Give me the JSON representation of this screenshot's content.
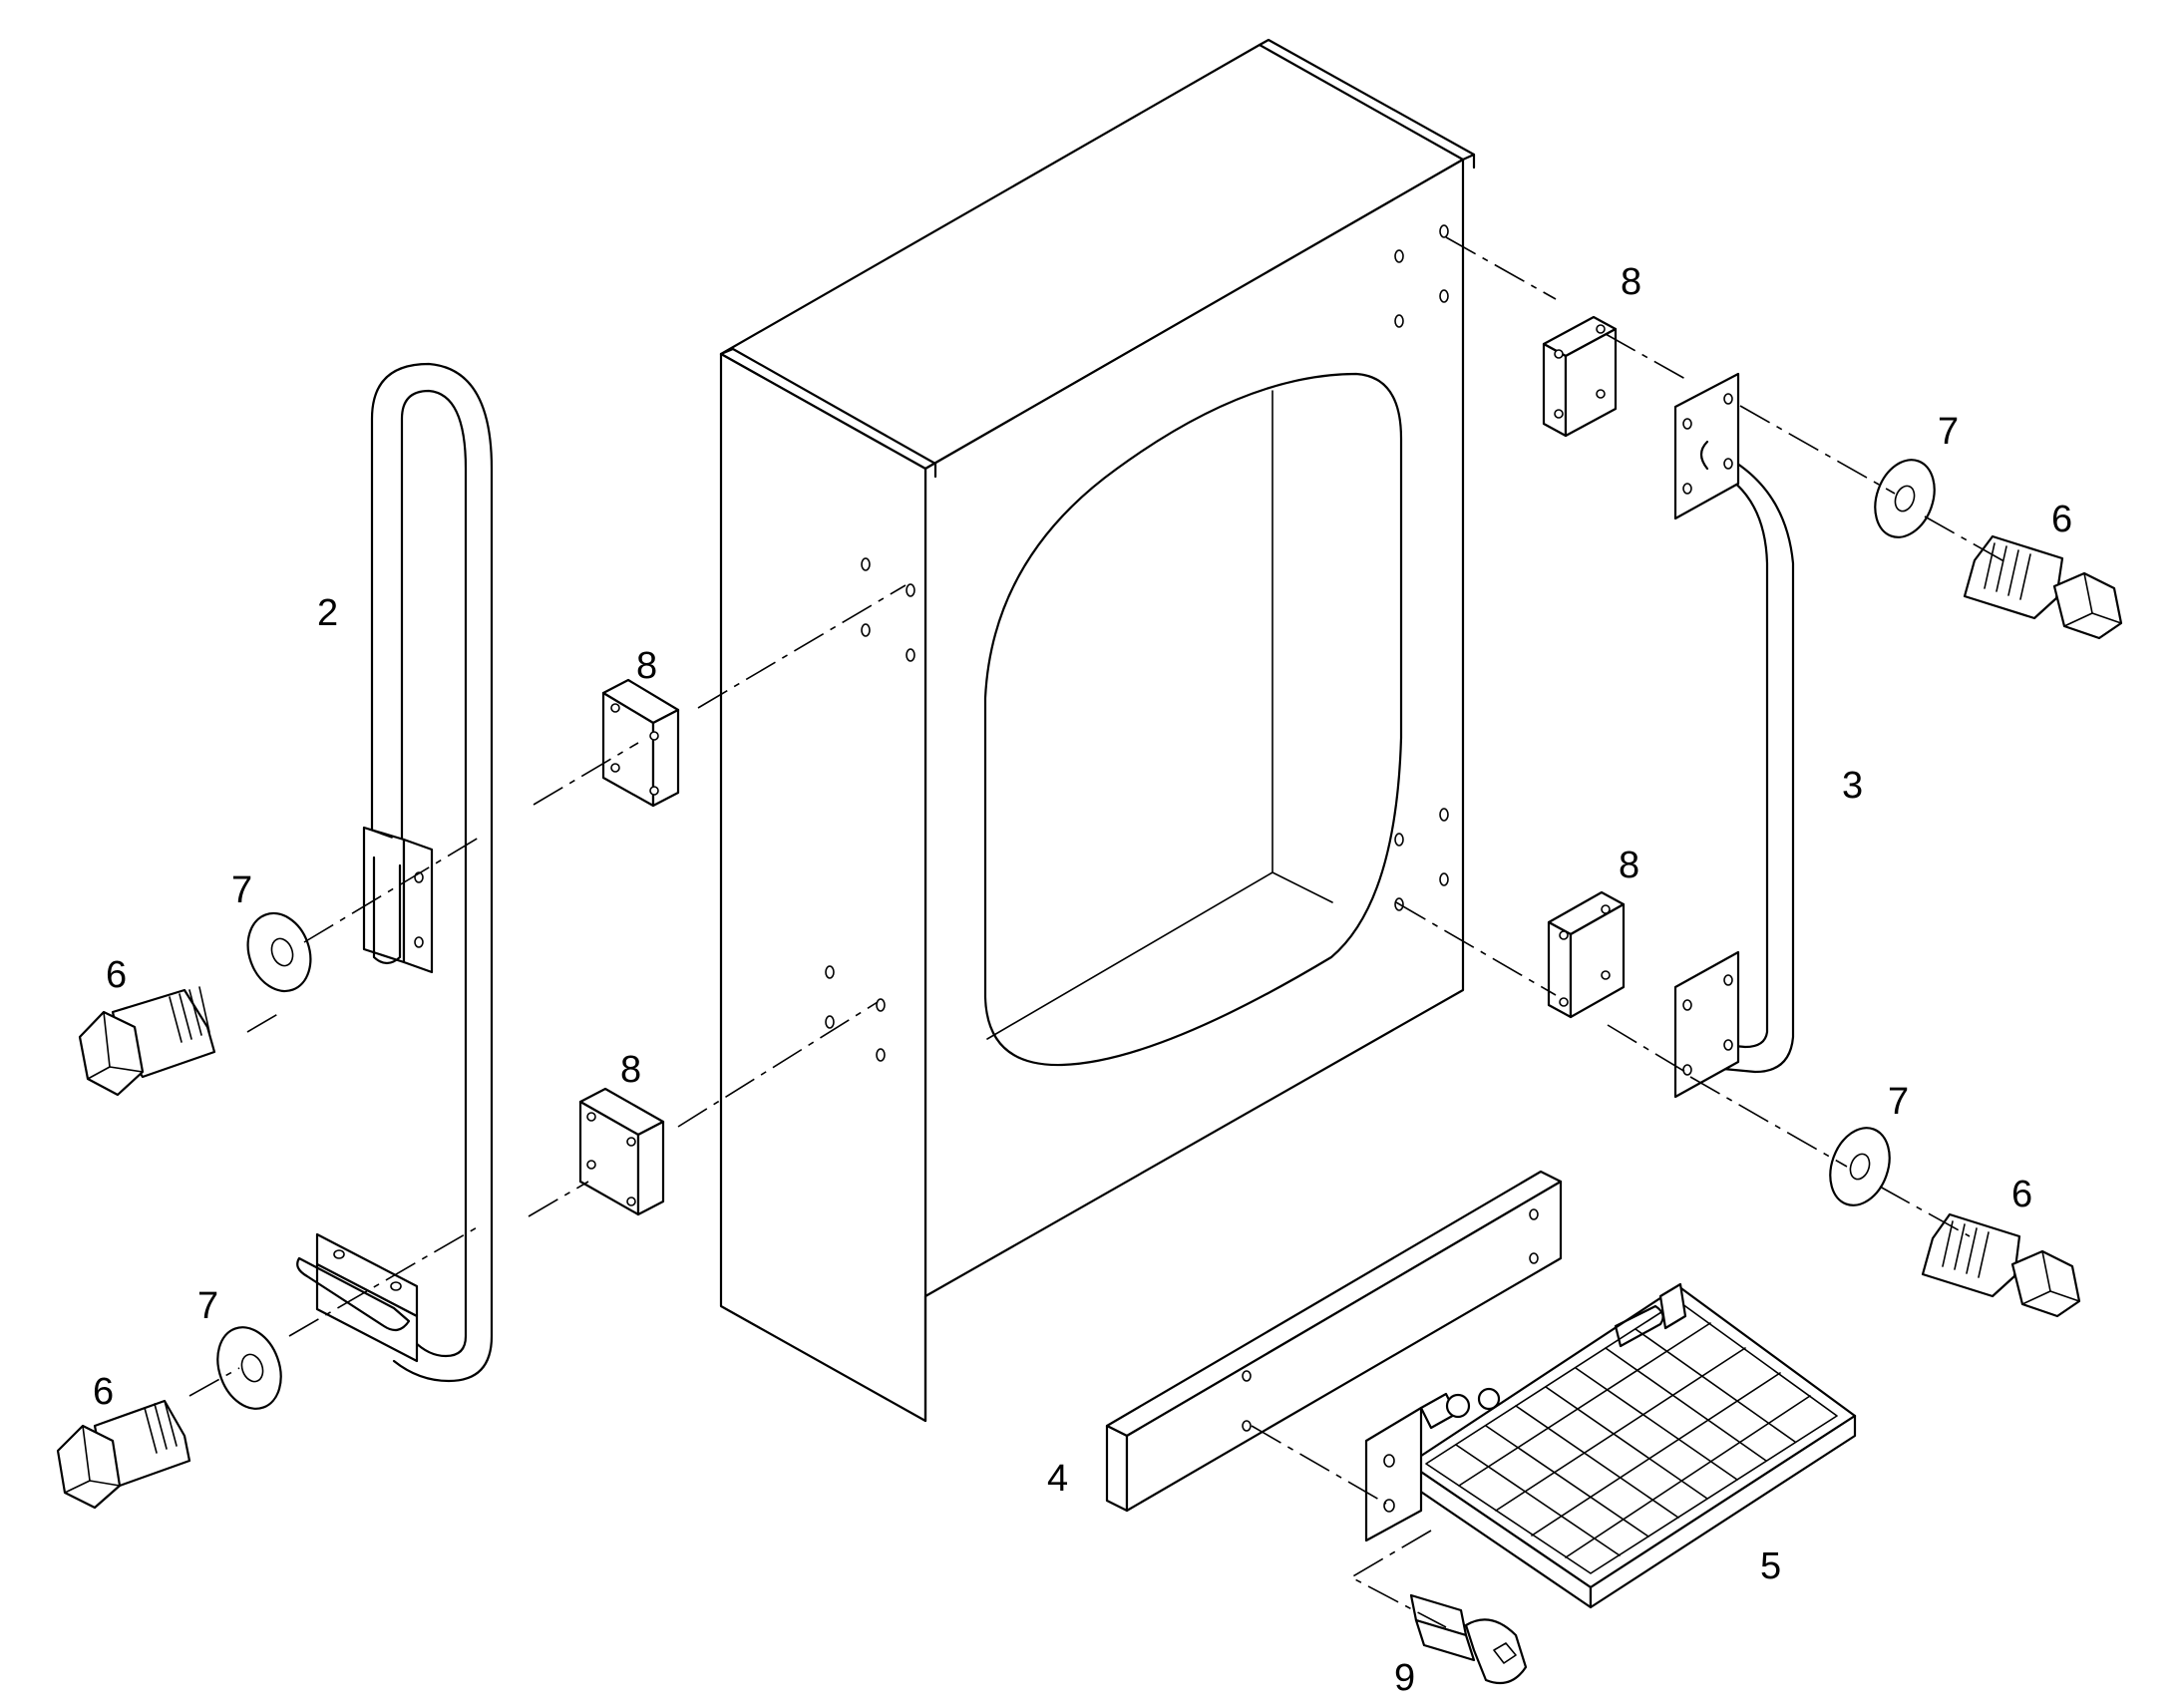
{
  "diagram": {
    "callouts": [
      {
        "id": "c2",
        "text": "2"
      },
      {
        "id": "c8a",
        "text": "8"
      },
      {
        "id": "c7a",
        "text": "7"
      },
      {
        "id": "c6a",
        "text": "6"
      },
      {
        "id": "c8b",
        "text": "8"
      },
      {
        "id": "c7b",
        "text": "7"
      },
      {
        "id": "c6b",
        "text": "6"
      },
      {
        "id": "c8c",
        "text": "8"
      },
      {
        "id": "c7c",
        "text": "7"
      },
      {
        "id": "c6c",
        "text": "6"
      },
      {
        "id": "c3",
        "text": "3"
      },
      {
        "id": "c8d",
        "text": "8"
      },
      {
        "id": "c7d",
        "text": "7"
      },
      {
        "id": "c6d",
        "text": "6"
      },
      {
        "id": "c4",
        "text": "4"
      },
      {
        "id": "c5",
        "text": "5"
      },
      {
        "id": "c9",
        "text": "9"
      }
    ]
  }
}
